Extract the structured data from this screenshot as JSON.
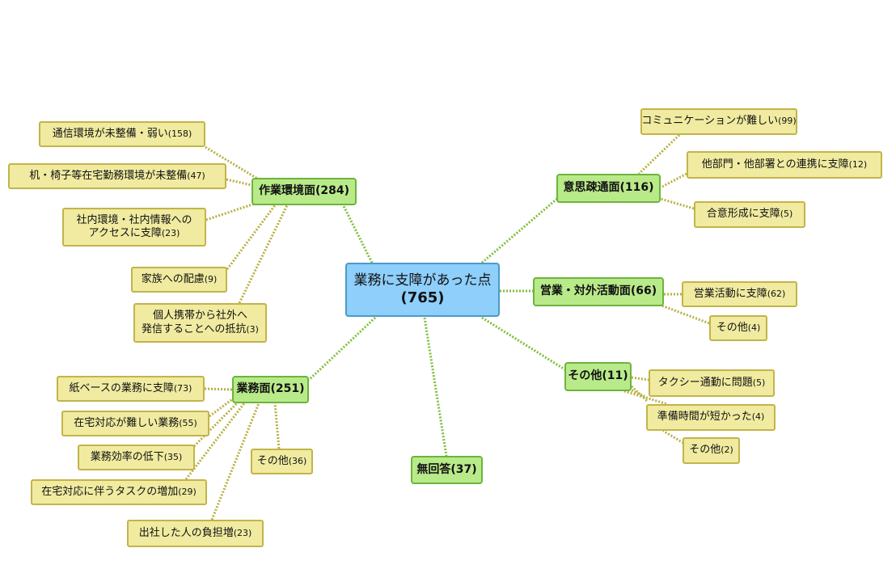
{
  "root": {
    "label": "業務に支障があった点",
    "count": "(765)"
  },
  "categories": {
    "environment": {
      "label": "作業環境面",
      "count": "(284)",
      "leaves": [
        {
          "label": "通信環境が未整備・弱い",
          "count": "(158)"
        },
        {
          "label": "机・椅子等在宅勤務環境が未整備",
          "count": "(47)"
        },
        {
          "label_line1": "社内環境・社内情報への",
          "label_line2": "アクセスに支障",
          "count": "(23)"
        },
        {
          "label": "家族への配慮",
          "count": "(9)"
        },
        {
          "label_line1": "個人携帯から社外へ",
          "label_line2": "発信することへの抵抗",
          "count": "(3)"
        }
      ]
    },
    "work": {
      "label": "業務面",
      "count": "(251)",
      "leaves": [
        {
          "label": "紙ベースの業務に支障",
          "count": "(73)"
        },
        {
          "label": "在宅対応が難しい業務",
          "count": "(55)"
        },
        {
          "label": "業務効率の低下",
          "count": "(35)"
        },
        {
          "label": "在宅対応に伴うタスクの増加",
          "count": "(29)"
        },
        {
          "label": "出社した人の負担増",
          "count": "(23)"
        },
        {
          "label": "その他",
          "count": "(36)"
        }
      ]
    },
    "communication": {
      "label": "意思疎通面",
      "count": "(116)",
      "leaves": [
        {
          "label": "コミュニケーションが難しい",
          "count": "(99)"
        },
        {
          "label": "他部門・他部署との連携に支障",
          "count": "(12)"
        },
        {
          "label": "合意形成に支障",
          "count": "(5)"
        }
      ]
    },
    "sales": {
      "label": "営業・対外活動面",
      "count": "(66)",
      "leaves": [
        {
          "label": "営業活動に支障",
          "count": "(62)"
        },
        {
          "label": "その他",
          "count": "(4)"
        }
      ]
    },
    "other": {
      "label": "その他",
      "count": "(11)",
      "leaves": [
        {
          "label": "タクシー通勤に問題",
          "count": "(5)"
        },
        {
          "label": "準備時間が短かった",
          "count": "(4)"
        },
        {
          "label": "その他",
          "count": "(2)"
        }
      ]
    },
    "noanswer": {
      "label": "無回答",
      "count": "(37)"
    }
  },
  "colors": {
    "root_fill": "#8ecffb",
    "category_fill": "#b9ea8a",
    "leaf_fill": "#f0eba0",
    "connector": "#a7bf3a"
  }
}
